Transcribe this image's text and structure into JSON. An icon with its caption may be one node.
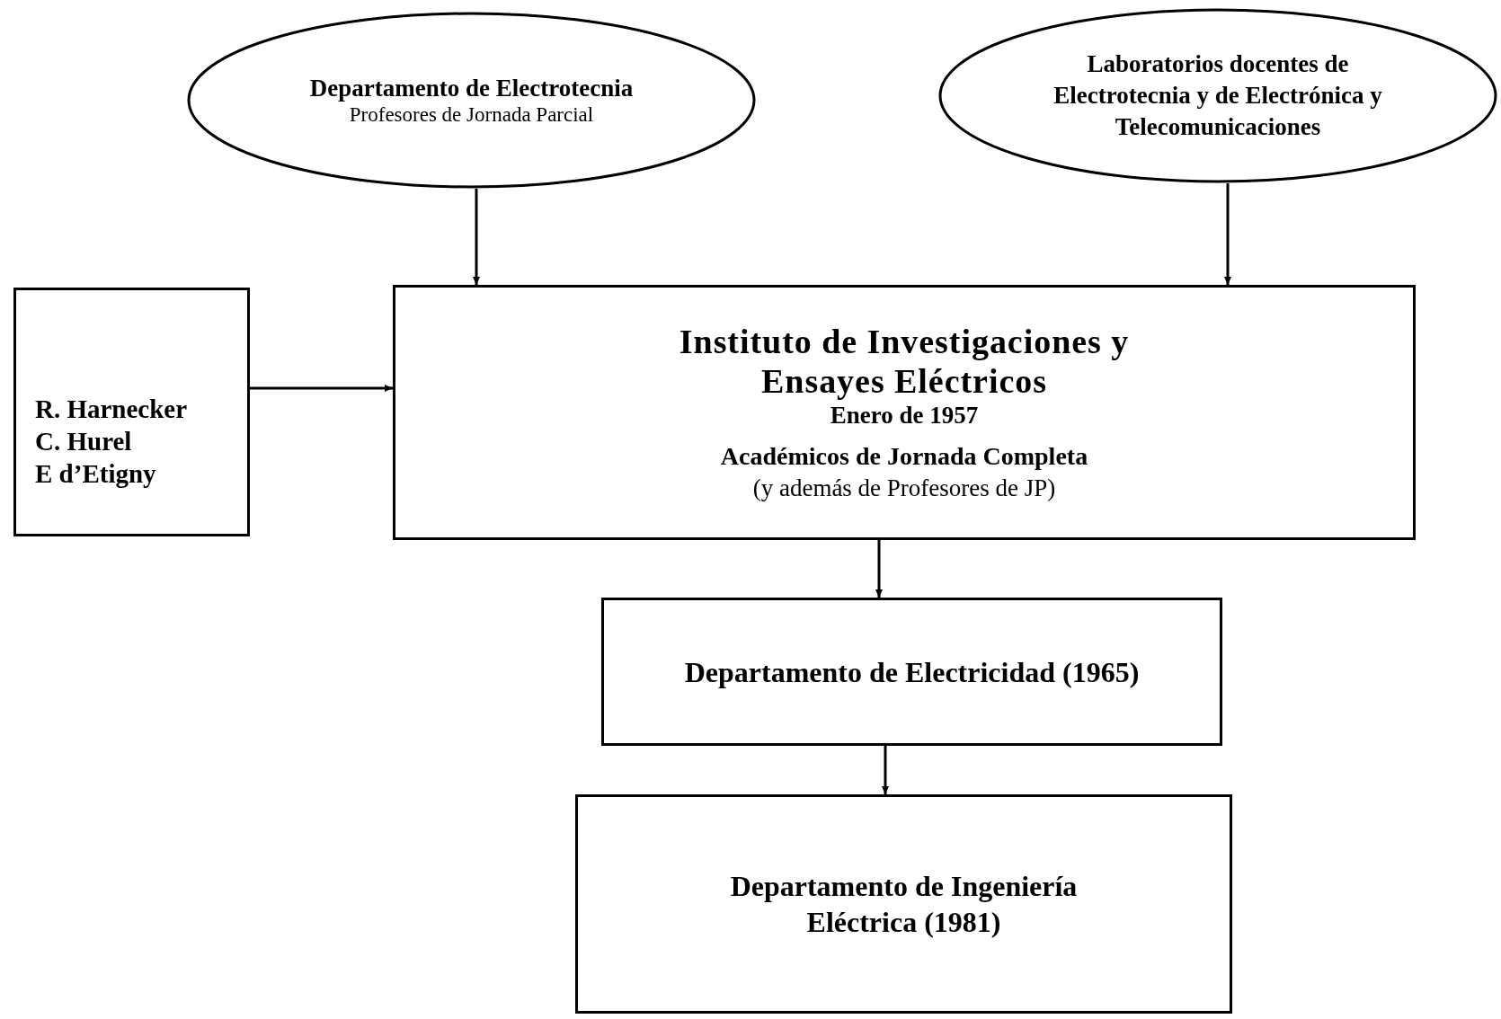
{
  "diagram": {
    "nodes": [
      {
        "text": [
          "Departamento de Electrotecnia",
          "Profesores de Jornada Parcial"
        ]
      },
      {
        "text": [
          "Laboratorios docentes de Electrotecnia y de Electrónica y Telecomunicaciones"
        ]
      },
      {
        "text": [
          "R. Harnecker",
          "C. Hurel",
          "E d’Etigny"
        ]
      },
      {
        "text": [
          "Instituto de Investigaciones y Ensayes Eléctricos",
          "Enero de 1957",
          "Académicos de Jornada Completa",
          "(y además de Profesores de JP)"
        ]
      },
      {
        "text": [
          "Departamento de Electricidad (1965)"
        ]
      },
      {
        "text": [
          "Departamento de Ingeniería Eléctrica (1981)"
        ]
      }
    ],
    "edges": [
      {
        "from": 0,
        "to": 3,
        "arrow": "to"
      },
      {
        "from": 1,
        "to": 3,
        "arrow": "to"
      },
      {
        "from": 2,
        "to": 3,
        "arrow": "to"
      },
      {
        "from": 3,
        "to": 4,
        "arrow": "to"
      },
      {
        "from": 4,
        "to": 5,
        "arrow": "to"
      }
    ]
  }
}
